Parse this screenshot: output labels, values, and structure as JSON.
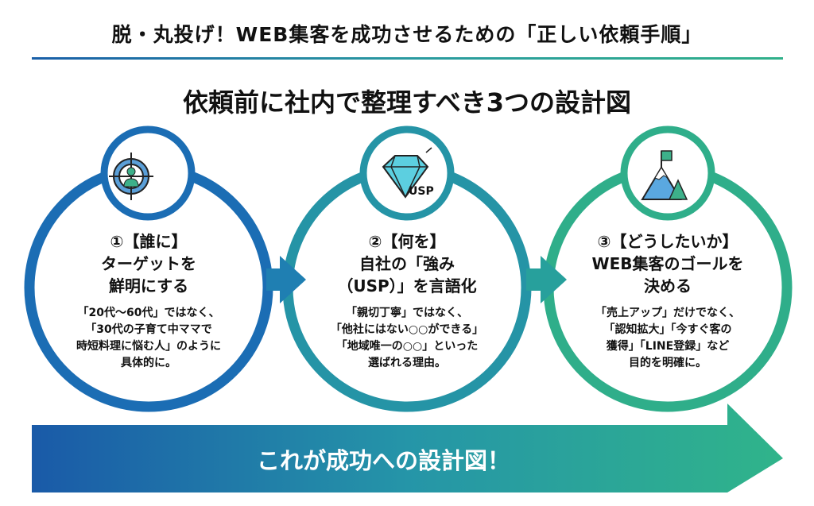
{
  "title": "脱・丸投げ！WEB集客を成功させるための「正しい依頼手順」",
  "subtitle": "依頼前に社内で整理すべき3つの設計図",
  "steps": [
    {
      "head": [
        "①【誰に】",
        "ターゲットを",
        "鮮明にする"
      ],
      "desc": [
        "「20代〜60代」ではなく、",
        "「30代の子育て中ママで",
        "時短料理に悩む人」のように",
        "具体的に。"
      ],
      "icon": "target-person-icon",
      "color": "#1b6db4"
    },
    {
      "head": [
        "②【何を】",
        "自社の「強み",
        "（USP）」を言語化"
      ],
      "desc": [
        "「親切丁寧」ではなく、",
        "「他社にはない○○ができる」",
        "「地域唯一の○○」といった",
        "選ばれる理由。"
      ],
      "icon": "diamond-usp-icon",
      "icon_text": "USP",
      "color": "#2594a6"
    },
    {
      "head": [
        "③【どうしたいか】",
        "WEB集客のゴールを",
        "決める"
      ],
      "desc": [
        "「売上アップ」だけでなく、",
        "「認知拡大」「今すぐ客の",
        "獲得」「LINE登録」など",
        "目的を明確に。"
      ],
      "icon": "mountain-flag-icon",
      "color": "#2fae8a"
    }
  ],
  "banner": "これが成功への設計図！"
}
